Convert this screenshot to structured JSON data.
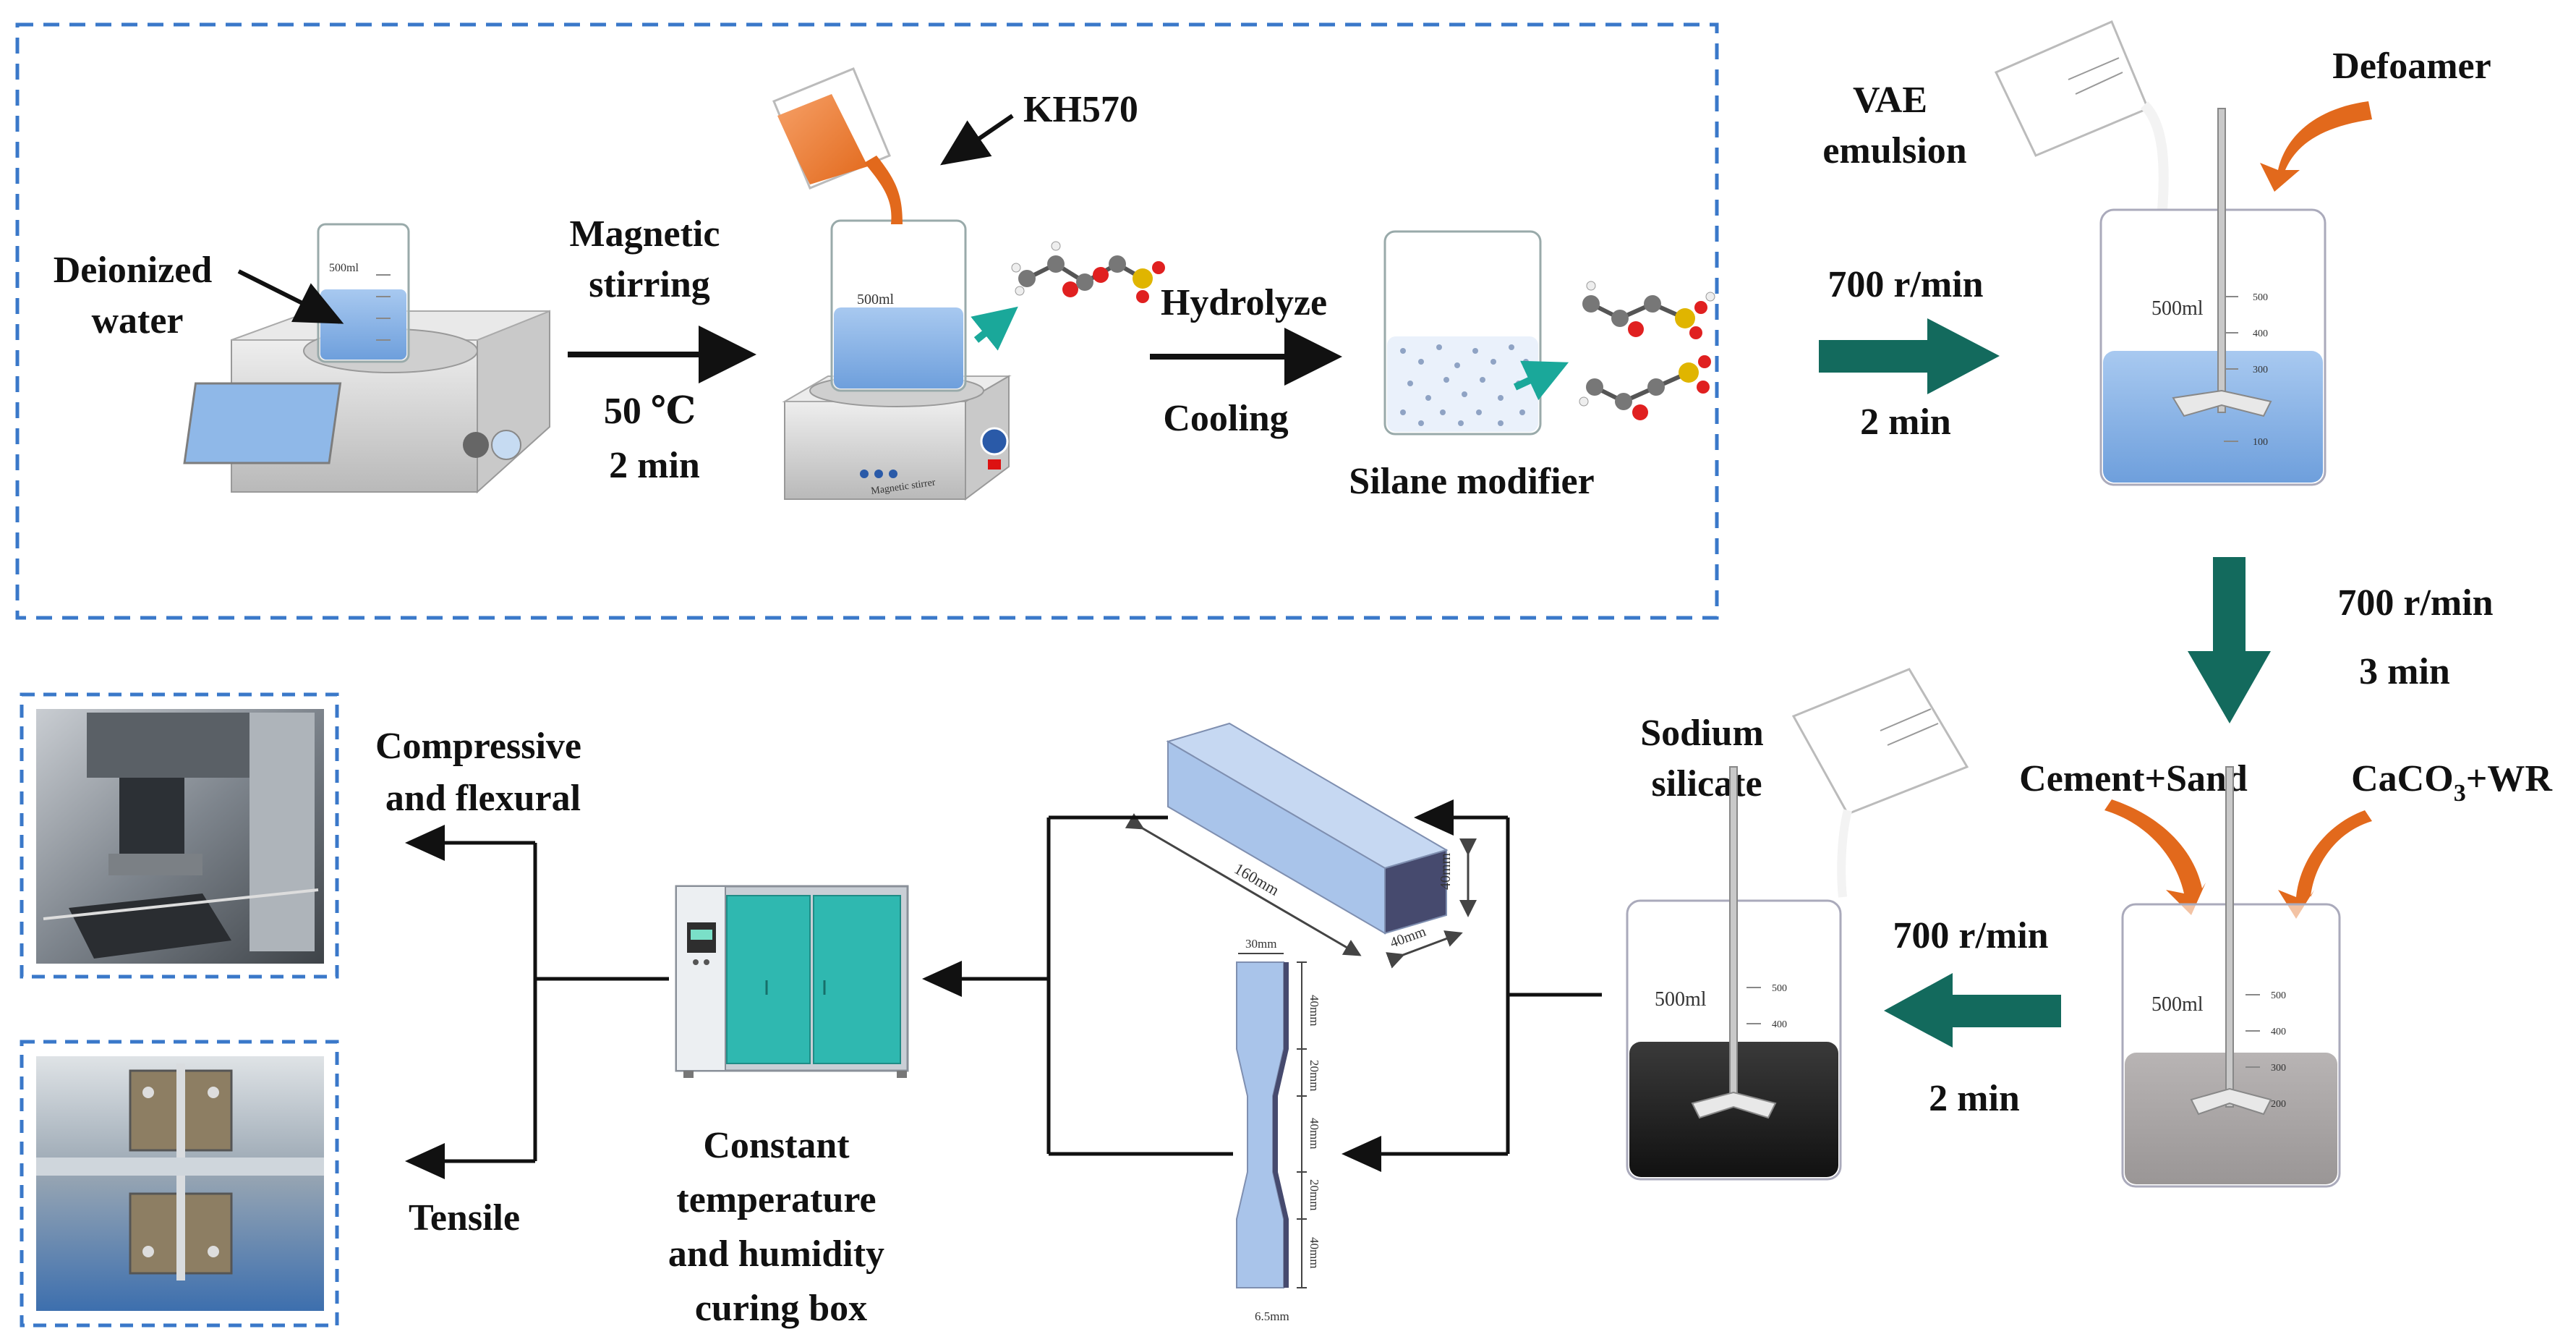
{
  "labels": {
    "deionized_water": [
      "Deionized",
      "water"
    ],
    "magnetic_stirring": [
      "Magnetic",
      "stirring"
    ],
    "stir_conditions": [
      "50 ℃",
      "2 min"
    ],
    "kh570": "KH570",
    "hydrolyze": "Hydrolyze",
    "cooling": "Cooling",
    "silane_modifier": "Silane modifier",
    "vae_emulsion": [
      "VAE",
      "emulsion"
    ],
    "defoamer": "Defoamer",
    "mix1": [
      "700 r/min",
      "2 min"
    ],
    "mix2": [
      "700 r/min",
      "3 min"
    ],
    "cement_sand": "Cement+Sand",
    "caco3_wr": {
      "pre": "CaCO",
      "sub": "3",
      "post": "+WR"
    },
    "sodium_silicate": [
      "Sodium",
      "silicate"
    ],
    "mix3": [
      "700 r/min",
      "2 min"
    ],
    "curing_box": [
      "Constant",
      "temperature",
      "and humidity",
      "curing box"
    ],
    "compressive_flexural": [
      "Compressive",
      "and flexural"
    ],
    "tensile": "Tensile"
  },
  "beaker_scale": {
    "volume": "500ml",
    "ticks": [
      "500",
      "400",
      "300",
      "200",
      "100"
    ]
  },
  "stirrer_label": "Magnetic stirrer",
  "specimen_dims": {
    "prism_length": "160mm",
    "prism_height": "40mm",
    "prism_width": "40mm",
    "dogbone_width": "30mm",
    "dogbone_segments": [
      "40mm",
      "20mm",
      "40mm",
      "20mm",
      "40mm"
    ],
    "dogbone_thickness": "6.5mm"
  },
  "colors": {
    "dashed_box": "#3a78c9",
    "big_arrow": "#136a5d",
    "orange": "#e2691c",
    "water": "#8fb8e8",
    "teal": "#1aa89a",
    "curing": "#2fb8b0",
    "prism": "#a9c4ea"
  }
}
